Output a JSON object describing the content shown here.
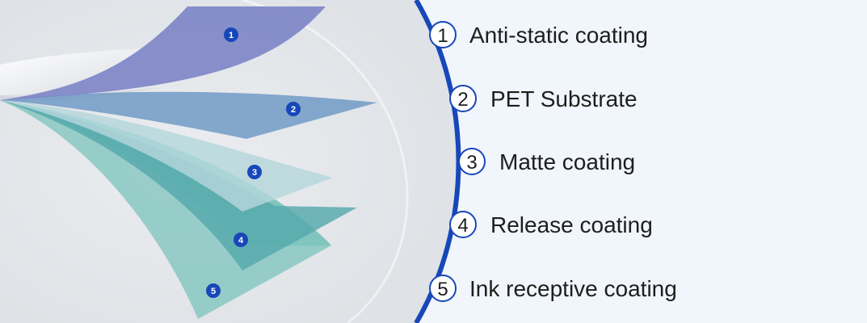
{
  "colors": {
    "page_background": "#f1f5fc",
    "panel_background": "#e3e5e9",
    "divider_arc": "#1747b8",
    "badge_fill": "#1747b8",
    "layer_1": "#7c84c7",
    "layer_2": "#6d97c4",
    "layer_3": "#b4d7dc",
    "layer_4": "#56a8ac",
    "layer_5": "#7cc3bc"
  },
  "layers": [
    {
      "number": "1",
      "label": "Anti-static coating"
    },
    {
      "number": "2",
      "label": "PET Substrate"
    },
    {
      "number": "3",
      "label": "Matte coating"
    },
    {
      "number": "4",
      "label": "Release coating"
    },
    {
      "number": "5",
      "label": "Ink receptive coating"
    }
  ]
}
